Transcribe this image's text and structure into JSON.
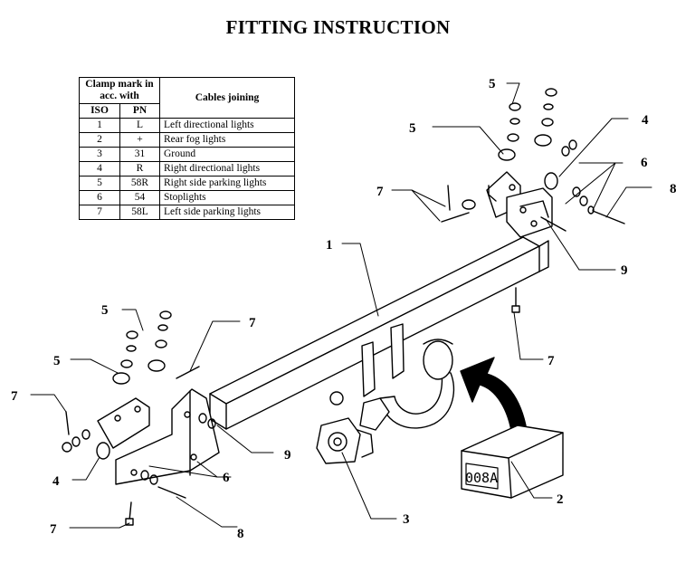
{
  "title": "FITTING INSTRUCTION",
  "wiring_table": {
    "header_group": "Clamp mark in acc. with",
    "header_iso": "ISO",
    "header_pn": "PN",
    "header_cables": "Cables joining",
    "rows": [
      {
        "iso": "1",
        "pn": "L",
        "cable": "Left directional lights"
      },
      {
        "iso": "2",
        "pn": "+",
        "cable": "Rear fog lights"
      },
      {
        "iso": "3",
        "pn": "31",
        "cable": "Ground"
      },
      {
        "iso": "4",
        "pn": "R",
        "cable": "Right directional lights"
      },
      {
        "iso": "5",
        "pn": "58R",
        "cable": "Right side parking lights"
      },
      {
        "iso": "6",
        "pn": "54",
        "cable": "Stoplights"
      },
      {
        "iso": "7",
        "pn": "58L",
        "cable": "Left side parking lights"
      }
    ]
  },
  "plate_text": "008A",
  "callouts": {
    "c1": "1",
    "c2": "2",
    "c3": "3",
    "c4_left": "4",
    "c4_right": "4",
    "c5_a": "5",
    "c5_b": "5",
    "c5_c": "5",
    "c5_d": "5",
    "c6_left": "6",
    "c6_right": "6",
    "c7_a": "7",
    "c7_b": "7",
    "c7_c": "7",
    "c7_d": "7",
    "c7_e": "7",
    "c8_left": "8",
    "c8_right": "8",
    "c9_left": "9",
    "c9_right": "9"
  }
}
